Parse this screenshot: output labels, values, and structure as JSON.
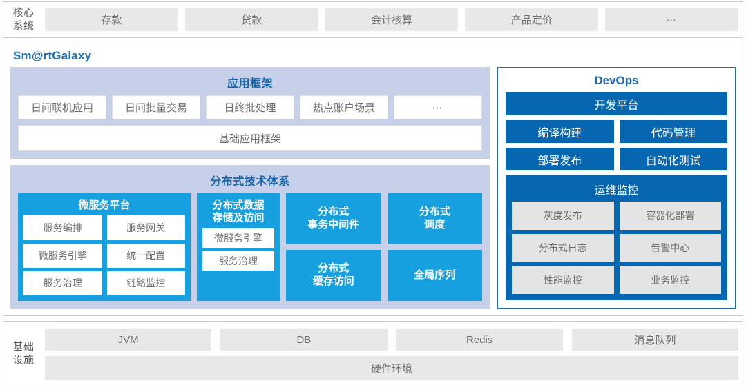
{
  "core": {
    "label": "核心\n系统",
    "label_line1": "核心",
    "label_line2": "系统",
    "items": [
      "存款",
      "贷款",
      "会计核算",
      "产品定价",
      "⋯"
    ]
  },
  "galaxy": {
    "title": "Sm@rtGalaxy",
    "app_framework": {
      "title": "应用框架",
      "items": [
        "日间联机应用",
        "日间批量交易",
        "日终批处理",
        "热点账户场景",
        "⋯"
      ],
      "base": "基础应用框架"
    },
    "distributed": {
      "title": "分布式技术体系",
      "microservice": {
        "title": "微服务平台",
        "items": [
          "服务编排",
          "服务网关",
          "微服务引擎",
          "统一配置",
          "服务治理",
          "链路监控"
        ]
      },
      "data_storage": {
        "title": "分布式数据\n存储及访问",
        "title_line1": "分布式数据",
        "title_line2": "存储及访问",
        "items": [
          "微服务引擎",
          "服务治理"
        ]
      },
      "cards": [
        {
          "line1": "分布式",
          "line2": "事务中间件"
        },
        {
          "line1": "分布式",
          "line2": "调度"
        },
        {
          "line1": "分布式",
          "line2": "缓存访问"
        },
        {
          "line1": "全局序列",
          "line2": ""
        }
      ]
    }
  },
  "devops": {
    "title": "DevOps",
    "platform": "开发平台",
    "pairs": [
      [
        "编译构建",
        "代码管理"
      ],
      [
        "部署发布",
        "自动化测试"
      ]
    ],
    "ops": {
      "title": "运维监控",
      "rows": [
        [
          "灰度发布",
          "容器化部署"
        ],
        [
          "分布式日志",
          "告警中心"
        ],
        [
          "性能监控",
          "业务监控"
        ]
      ]
    }
  },
  "infra": {
    "label_line1": "基础",
    "label_line2": "设施",
    "items": [
      "JVM",
      "DB",
      "Redis",
      "消息队列"
    ],
    "hardware": "硬件环境"
  },
  "colors": {
    "accent_blue": "#17a0e0",
    "devops_blue": "#0766b0",
    "title_blue": "#1565ad",
    "lavender": "#c6d0e8",
    "gray_chip": "#e8e8e8"
  }
}
